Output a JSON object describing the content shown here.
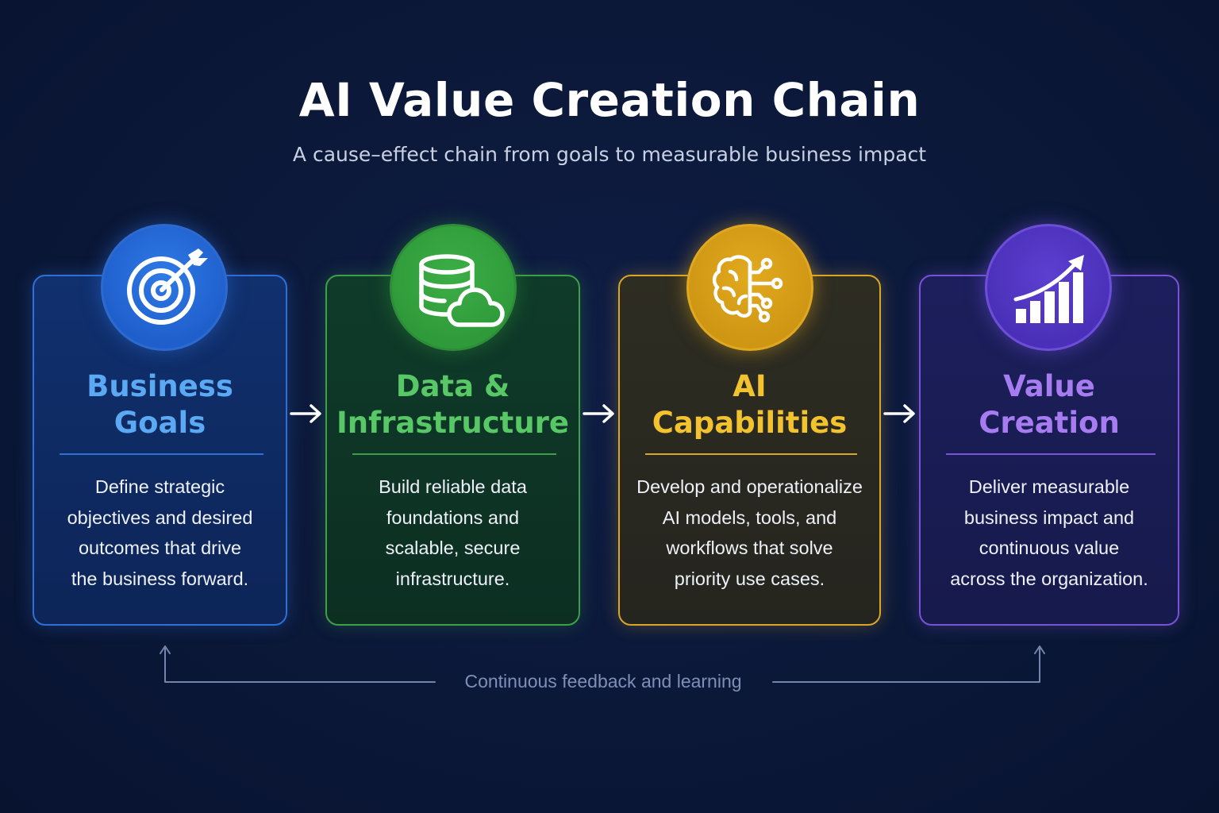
{
  "header": {
    "title": "AI Value Creation Chain",
    "subtitle": "A cause–effect chain from goals to measurable business impact"
  },
  "stages": [
    {
      "heading_line1": "Business",
      "heading_line2": "Goals",
      "desc_lines": [
        "Define strategic",
        "objectives and desired",
        "outcomes that drive",
        "the business forward."
      ],
      "icon": "target-icon",
      "accent": "#4a9ef0"
    },
    {
      "heading_line1": "Data &",
      "heading_line2": "Infrastructure",
      "desc_lines": [
        "Build reliable data",
        "foundations and",
        "scalable, secure",
        "infrastructure."
      ],
      "icon": "database-cloud-icon",
      "accent": "#4cc25a"
    },
    {
      "heading_line1": "AI",
      "heading_line2": "Capabilities",
      "desc_lines": [
        "Develop and operationalize",
        "AI models, tools, and",
        "workflows that solve",
        "priority use cases."
      ],
      "icon": "brain-circuit-icon",
      "accent": "#f2bd2a"
    },
    {
      "heading_line1": "Value",
      "heading_line2": "Creation",
      "desc_lines": [
        "Deliver measurable",
        "business impact and",
        "continuous value",
        "across the organization."
      ],
      "icon": "growth-chart-icon",
      "accent": "#a77cf0"
    }
  ],
  "feedback": {
    "label": "Continuous feedback and learning"
  }
}
